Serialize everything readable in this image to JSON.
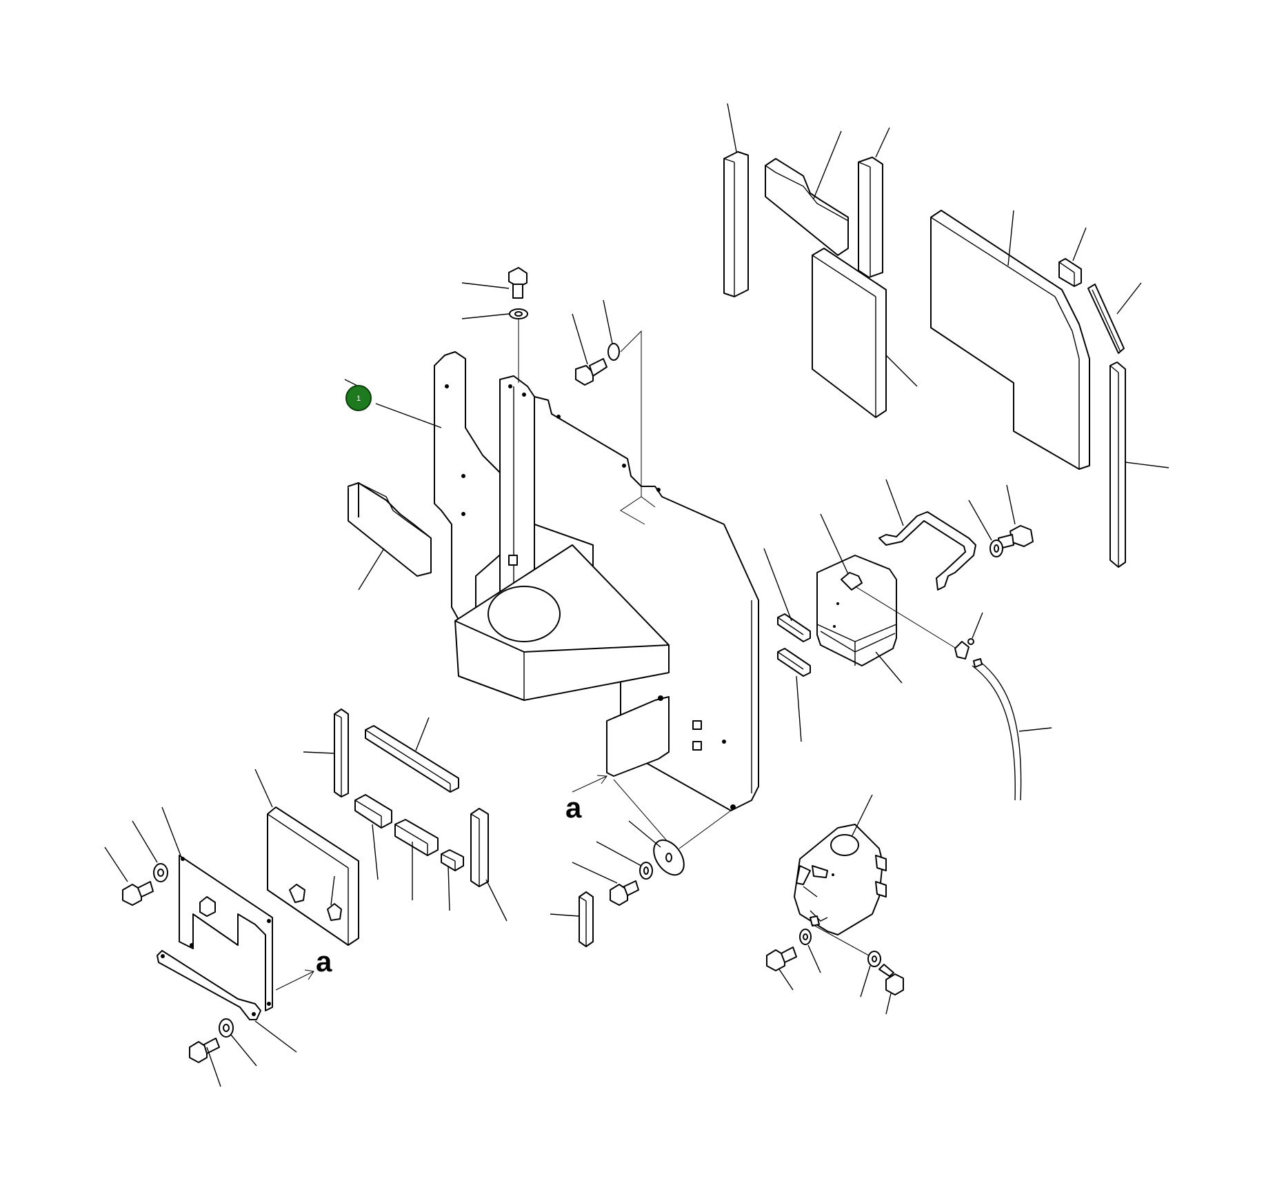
{
  "callouts": [
    {
      "number": "1",
      "color": "#1f7a1f",
      "border": "#0a3d0a"
    }
  ],
  "view_labels": [
    "a",
    "a"
  ],
  "icons": {
    "bolt": "hex-bolt-icon",
    "washer": "washer-icon"
  }
}
